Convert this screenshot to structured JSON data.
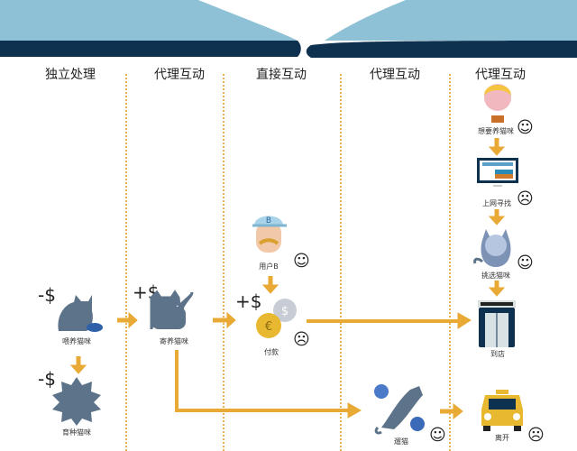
{
  "columns": [
    "独立处理",
    "代理互动",
    "直接互动",
    "代理互动",
    "代理互动"
  ],
  "nodes": {
    "feed": "喂养猫咪",
    "breed": "育种猫咪",
    "foster": "寄养猫咪",
    "userB": "用户B",
    "pay": "付款",
    "want": "想要养猫咪",
    "search": "上网寻找",
    "choose": "挑选猫咪",
    "store": "到店",
    "walk": "遛猫",
    "leave": "离开"
  },
  "money": {
    "minus": "-$",
    "plus": "+$"
  },
  "faces": {
    "happy": "☺",
    "sad": "☹"
  },
  "colors": {
    "arrow": "#e8a935",
    "navy": "#0f3150",
    "sky": "#8fc1d6",
    "cat": "#5c7389"
  }
}
